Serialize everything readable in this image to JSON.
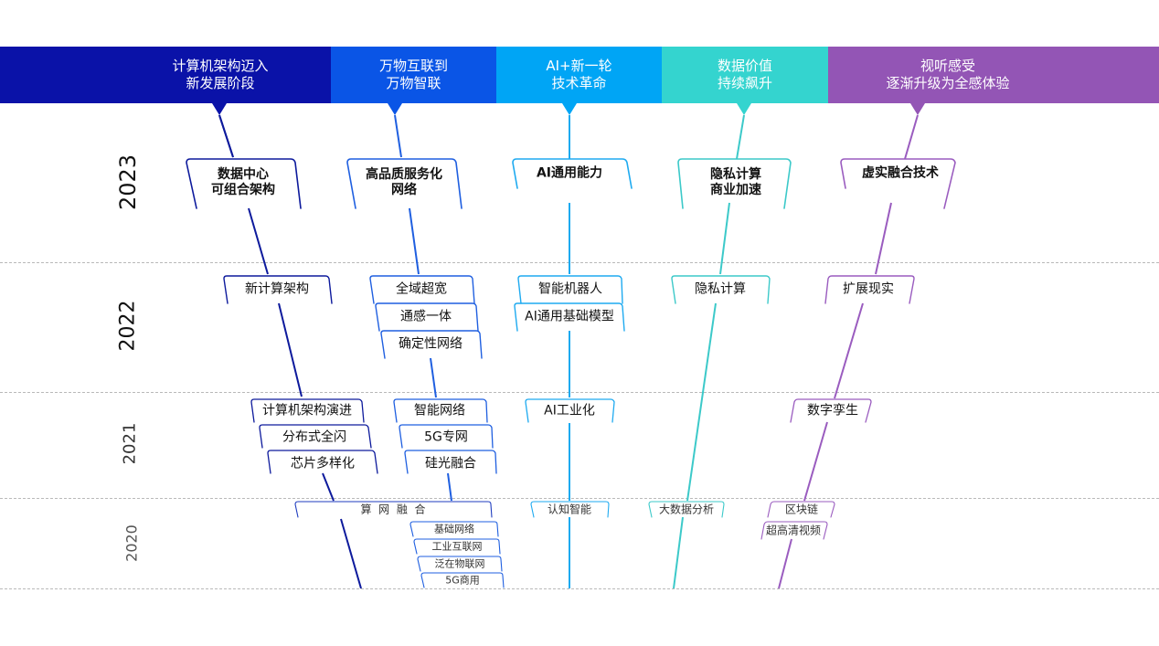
{
  "columns": [
    {
      "id": "c1",
      "title": "计算机架构迈入\n新发展阶段",
      "color": "#0a12a8",
      "line": "#0d1a9c"
    },
    {
      "id": "c2",
      "title": "万物互联到\n万物智联",
      "color": "#0a55e6",
      "line": "#1f5fe0"
    },
    {
      "id": "c3",
      "title": "AI+新一轮\n技术革命",
      "color": "#00a5f5",
      "line": "#1eaaf0"
    },
    {
      "id": "c4",
      "title": "数据价值\n持续飙升",
      "color": "#34d4cf",
      "line": "#3cc9c9"
    },
    {
      "id": "c5",
      "title": "视听感受\n逐渐升级为全感体验",
      "color": "#9355b5",
      "line": "#9a5cbf"
    }
  ],
  "years": [
    "2023",
    "2022",
    "2021",
    "2020"
  ],
  "tags": {
    "y2023": {
      "c1": "数据中心\n可组合架构",
      "c2": "高品质服务化\n网络",
      "c3": "AI通用能力",
      "c4": "隐私计算\n商业加速",
      "c5": "虚实融合技术"
    },
    "y2022": {
      "c1": "新计算架构",
      "c2": [
        "全域超宽",
        "通感一体",
        "确定性网络"
      ],
      "c3": [
        "智能机器人",
        "AI通用基础模型"
      ],
      "c4": "隐私计算",
      "c5": "扩展现实"
    },
    "y2021": {
      "c1": [
        "计算机架构演进",
        "分布式全闪",
        "芯片多样化"
      ],
      "c2": [
        "智能网络",
        "5G专网",
        "硅光融合"
      ],
      "c3": "AI工业化",
      "c5": "数字孪生"
    },
    "y2020": {
      "c12": "算  网  融  合",
      "c2": [
        "基础网络",
        "工业互联网",
        "泛在物联网",
        "5G商用"
      ],
      "c3": "认知智能",
      "c4": "大数据分析",
      "c5": [
        "区块链",
        "超高清视频"
      ]
    }
  }
}
